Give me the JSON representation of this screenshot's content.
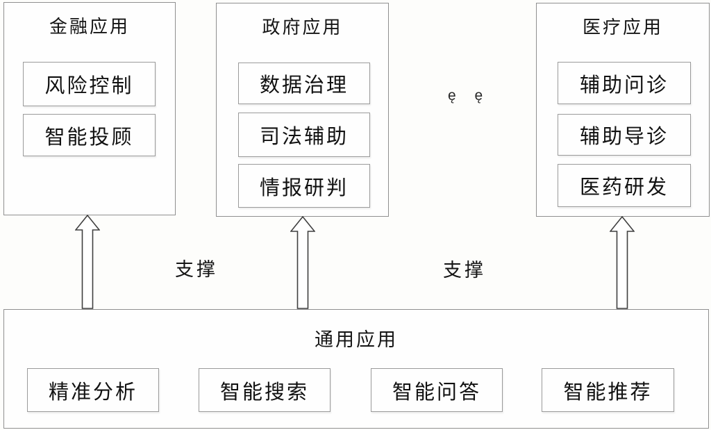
{
  "diagram": {
    "sections": {
      "financial": {
        "title": "金融应用",
        "items": [
          "风险控制",
          "智能投顾"
        ]
      },
      "government": {
        "title": "政府应用",
        "items": [
          "数据治理",
          "司法辅助",
          "情报研判"
        ]
      },
      "medical": {
        "title": "医疗应用",
        "items": [
          "辅助问诊",
          "辅助导诊",
          "医药研发"
        ]
      },
      "general": {
        "title": "通用应用",
        "items": [
          "精准分析",
          "智能搜索",
          "智能问答",
          "智能推荐"
        ]
      }
    },
    "support_labels": [
      "支撑",
      "支撑"
    ],
    "stray_glyphs": "ę ę",
    "colors": {
      "outer_border": "#8f8f8f",
      "inner_border": "#9a9a9a",
      "arrow_outline": "#3f3f3f",
      "text": "#141414",
      "background": "#fdfdfb"
    }
  }
}
